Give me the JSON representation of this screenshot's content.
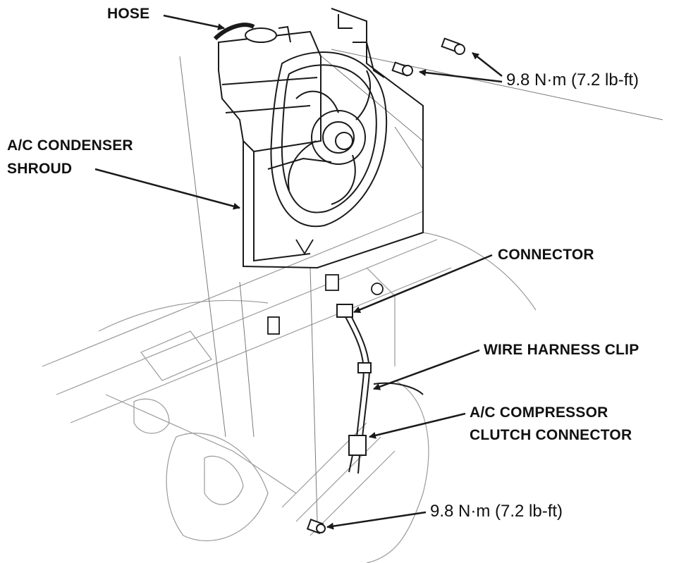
{
  "colors": {
    "ink": "#1a1a1a",
    "light_line": "#8a8a8a",
    "background": "#ffffff"
  },
  "labels": {
    "hose": "HOSE",
    "torque_top": "9.8 N·m (7.2 lb-ft)",
    "condenser_line1": "A/C CONDENSER",
    "condenser_line2": "SHROUD",
    "connector": "CONNECTOR",
    "wire_harness_clip": "WIRE HARNESS CLIP",
    "compressor_line1": "A/C COMPRESSOR",
    "compressor_line2": "CLUTCH CONNECTOR",
    "torque_bottom": "9.8 N·m (7.2 lb-ft)"
  }
}
